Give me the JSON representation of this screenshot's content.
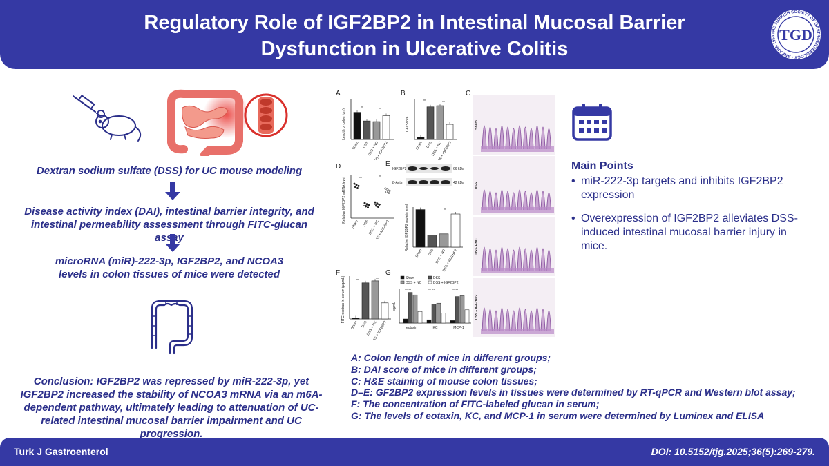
{
  "header": {
    "title": "Regulatory Role of IGF2BP2 in Intestinal Mucosal Barrier Dysfunction in Ulcerative Colitis",
    "logo_text": "THE TURKISH SOCIETY OF GASTROENTEROLOGY • ANKARA 1953",
    "logo_monogram": "TGD"
  },
  "left": {
    "step1": "Dextran sodium sulfate (DSS) for UC mouse modeling",
    "step2": "Disease activity index (DAI), intestinal barrier integrity, and intestinal permeability assessment through FITC-glucan assay",
    "step3": "microRNA (miR)-222-3p, IGF2BP2, and NCOA3 levels in colon tissues of mice were detected",
    "conclusion": "Conclusion: IGF2BP2 was repressed by miR-222-3p, yet IGF2BP2 increased the stability of NCOA3 mRNA via an m6A-dependent pathway, ultimately leading to attenuation of UC-related intestinal mucosal barrier impairment and UC progression."
  },
  "figure": {
    "panels": [
      "A",
      "B",
      "C",
      "D",
      "E",
      "F",
      "G"
    ],
    "groups": [
      "Sham",
      "DSS",
      "DSS + NC",
      "DSS + IGF2BP2"
    ],
    "panel_a_ylabel": "Length of colon (cm)",
    "panel_b_ylabel": "DAI Score",
    "panel_d_ylabel": "Relative IGF2BP2 mRNA level",
    "panel_e_ylabel": "Relative IGF2BP2 protein level",
    "panel_e_blot_labels": [
      "IGF2BP2",
      "β-Actin"
    ],
    "panel_e_kda": [
      "66 kDa",
      "42 kDa"
    ],
    "panel_f_ylabel": "FITC-dextran in serum (μg/mL)",
    "panel_g_ylabel": "pg/mL",
    "panel_g_categories": [
      "eotaxin",
      "KC",
      "MCP-1"
    ],
    "sig": "**",
    "histology_labels": [
      "Sham",
      "DSS",
      "DSS + NC",
      "DSS + IGF2BP2"
    ]
  },
  "chart_data": [
    {
      "type": "bar",
      "title": "",
      "categories": [
        "Sham",
        "DSS",
        "DSS + NC",
        "DSS + IGF2BP2"
      ],
      "values": [
        8.2,
        5.6,
        5.4,
        7.2
      ],
      "ylabel": "Length of colon (cm)"
    },
    {
      "type": "bar",
      "title": "",
      "categories": [
        "Sham",
        "DSS",
        "DSS + NC",
        "DSS + IGF2BP2"
      ],
      "values": [
        0.2,
        2.8,
        2.9,
        1.3
      ],
      "ylabel": "DAI Score"
    },
    {
      "type": "scatter",
      "title": "",
      "categories": [
        "Sham",
        "DSS",
        "DSS + NC",
        "DSS + IGF2BP2"
      ],
      "values": [
        1.0,
        0.4,
        0.42,
        0.85
      ],
      "ylabel": "Relative IGF2BP2 mRNA level"
    },
    {
      "type": "bar",
      "title": "",
      "categories": [
        "Sham",
        "DSS",
        "DSS + NC",
        "DSS + IGF2BP2"
      ],
      "values": [
        0.68,
        0.22,
        0.24,
        0.6
      ],
      "ylabel": "Relative IGF2BP2 protein level"
    },
    {
      "type": "bar",
      "title": "",
      "categories": [
        "Sham",
        "DSS",
        "DSS + NC",
        "DSS + IGF2BP2"
      ],
      "values": [
        0.1,
        3.6,
        3.8,
        1.6
      ],
      "ylabel": "FITC-dextran in serum (μg/mL)"
    },
    {
      "type": "bar",
      "title": "",
      "categories": [
        "eotaxin",
        "KC",
        "MCP-1"
      ],
      "series": [
        {
          "name": "Sham",
          "values": [
            25,
            20,
            15
          ]
        },
        {
          "name": "DSS",
          "values": [
            185,
            115,
            160
          ]
        },
        {
          "name": "DSS + NC",
          "values": [
            170,
            120,
            165
          ]
        },
        {
          "name": "DSS + IGF2BP2",
          "values": [
            70,
            60,
            80
          ]
        }
      ],
      "ylabel": "pg/mL"
    }
  ],
  "main_points": {
    "title": "Main Points",
    "items": [
      "miR-222-3p targets and inhibits IGF2BP2 expression",
      "Overexpression of IGF2BP2 alleviates DSS-induced intestinal mucosal barrier injury in mice."
    ]
  },
  "captions": [
    "A: Colon length of mice in different groups;",
    "B: DAI score of mice in different groups;",
    "C: H&E staining of mouse colon tissues;",
    "D–E: GF2BP2 expression levels in tissues were determined by RT-qPCR and Western blot assay;",
    "F: The concentration of FITC-labeled glucan in serum;",
    "G: The levels of eotaxin, KC, and MCP-1 in serum were determined by Luminex and ELISA"
  ],
  "footer": {
    "journal": "Turk J Gastroenterol",
    "doi": "DOI: 10.5152/tjg.2025;36(5):269-279."
  },
  "colors": {
    "brand": "#3539a4",
    "text": "#2b2f8a",
    "accent": "#d9302c"
  }
}
